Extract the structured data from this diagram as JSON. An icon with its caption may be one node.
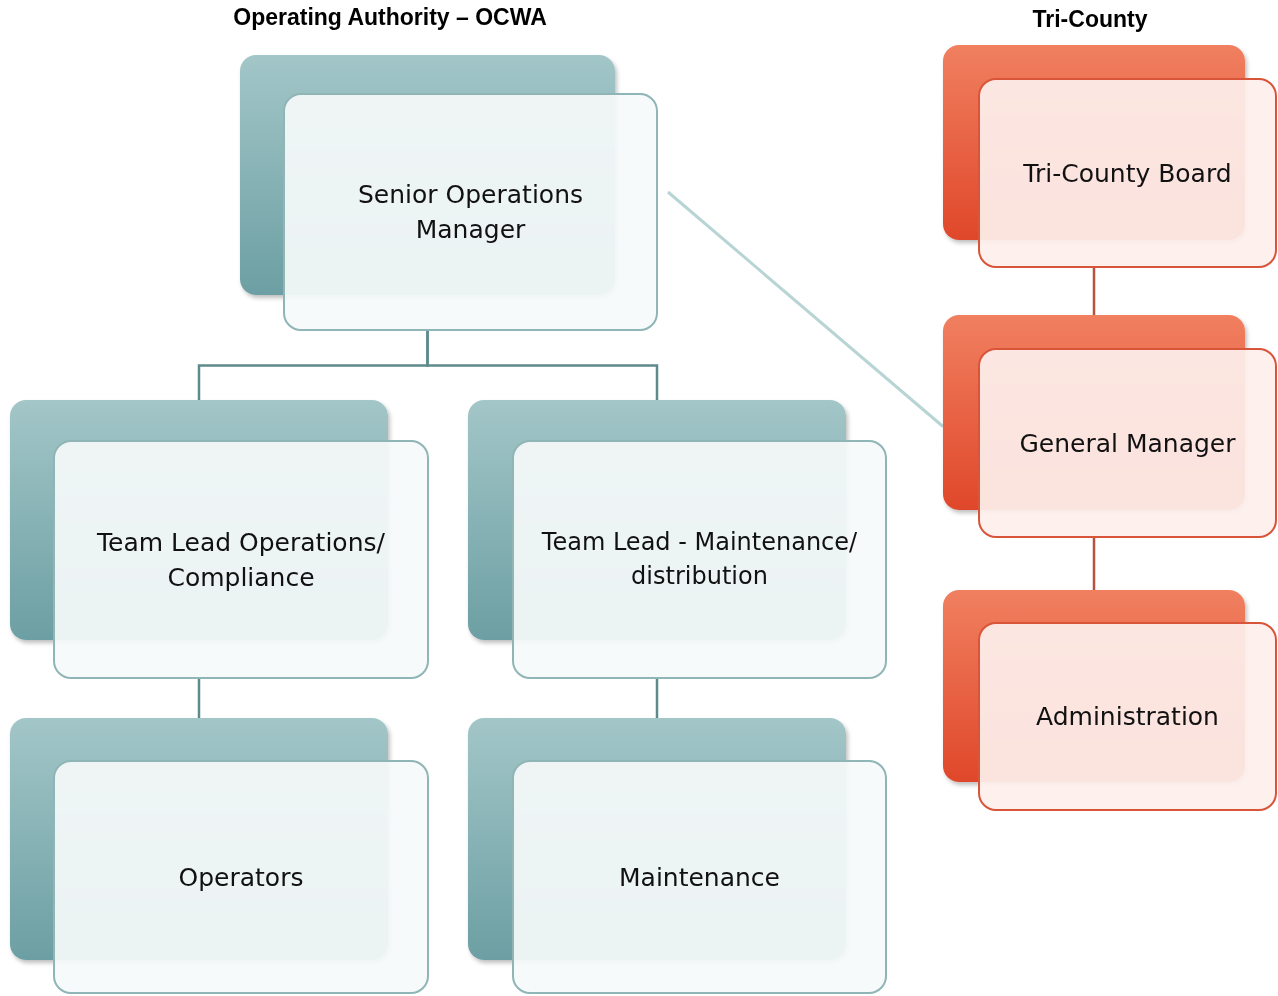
{
  "diagram": {
    "nodes": [
      {
        "text": [
          "Senior Operations Manager"
        ]
      },
      {
        "text": [
          "Team Lead Operations/ Compliance"
        ]
      },
      {
        "text": [
          "Team Lead - Maintenance/ distribution"
        ]
      },
      {
        "text": [
          "Operators"
        ]
      },
      {
        "text": [
          "Maintenance"
        ]
      },
      {
        "text": [
          "Tri-County Board"
        ]
      },
      {
        "text": [
          "General Manager"
        ]
      },
      {
        "text": [
          "Administration"
        ]
      }
    ],
    "edges": [
      {
        "from": 0,
        "to": 1,
        "arrow": "none"
      },
      {
        "from": 0,
        "to": 2,
        "arrow": "none"
      },
      {
        "from": 1,
        "to": 3,
        "arrow": "none"
      },
      {
        "from": 2,
        "to": 4,
        "arrow": "none"
      },
      {
        "from": 5,
        "to": 6,
        "arrow": "none",
        "color": "#b5533e"
      },
      {
        "from": 6,
        "to": 7,
        "arrow": "none",
        "color": "#b5533e"
      },
      {
        "from": 0,
        "to": 6,
        "arrow": "none",
        "color": "#b8d4d4"
      }
    ],
    "labels": [
      "Operating Authority – OCWA",
      "Tri-County"
    ]
  }
}
